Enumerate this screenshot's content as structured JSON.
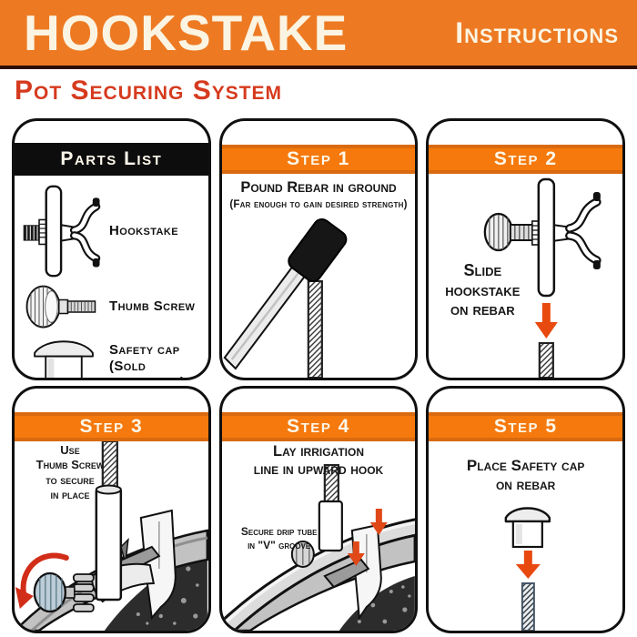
{
  "header": {
    "brand": "HOOKSTAKE",
    "right_label": "Instructions",
    "subtitle": "Pot Securing System"
  },
  "colors": {
    "banner_orange": "#ED7A23",
    "band_orange": "#F5790C",
    "band_orange_edge": "#D96A10",
    "banner_bottom_edge": "#2E0E04",
    "accent_red": "#D63A1E",
    "arrow_orange": "#E8490F",
    "arrow_red": "#D22D18"
  },
  "panels": {
    "parts": {
      "title": "Parts List",
      "items": [
        {
          "label": "Hookstake",
          "icon": "hookstake-icon"
        },
        {
          "label": "Thumb Screw",
          "icon": "thumb-screw-icon"
        },
        {
          "label": "Safety cap",
          "sublabel": "(Sold Separately)",
          "icon": "safety-cap-icon"
        }
      ]
    },
    "step1": {
      "title": "Step 1",
      "heading": "Pound Rebar in ground",
      "subheading": "(Far enough to gain desired strength)"
    },
    "step2": {
      "title": "Step 2",
      "lines": [
        "Slide",
        "hookstake",
        "on rebar"
      ]
    },
    "step3": {
      "title": "Step 3",
      "lines": [
        "Use",
        "Thumb Screw",
        "to secure",
        "in place"
      ]
    },
    "step4": {
      "title": "Step 4",
      "heading_lines": [
        "Lay irrigation",
        "line in upward hook"
      ],
      "note_lines": [
        "Secure drip tube",
        "in \"V\" groove"
      ]
    },
    "step5": {
      "title": "Step 5",
      "lines": [
        "Place Safety cap",
        "on rebar"
      ]
    }
  }
}
